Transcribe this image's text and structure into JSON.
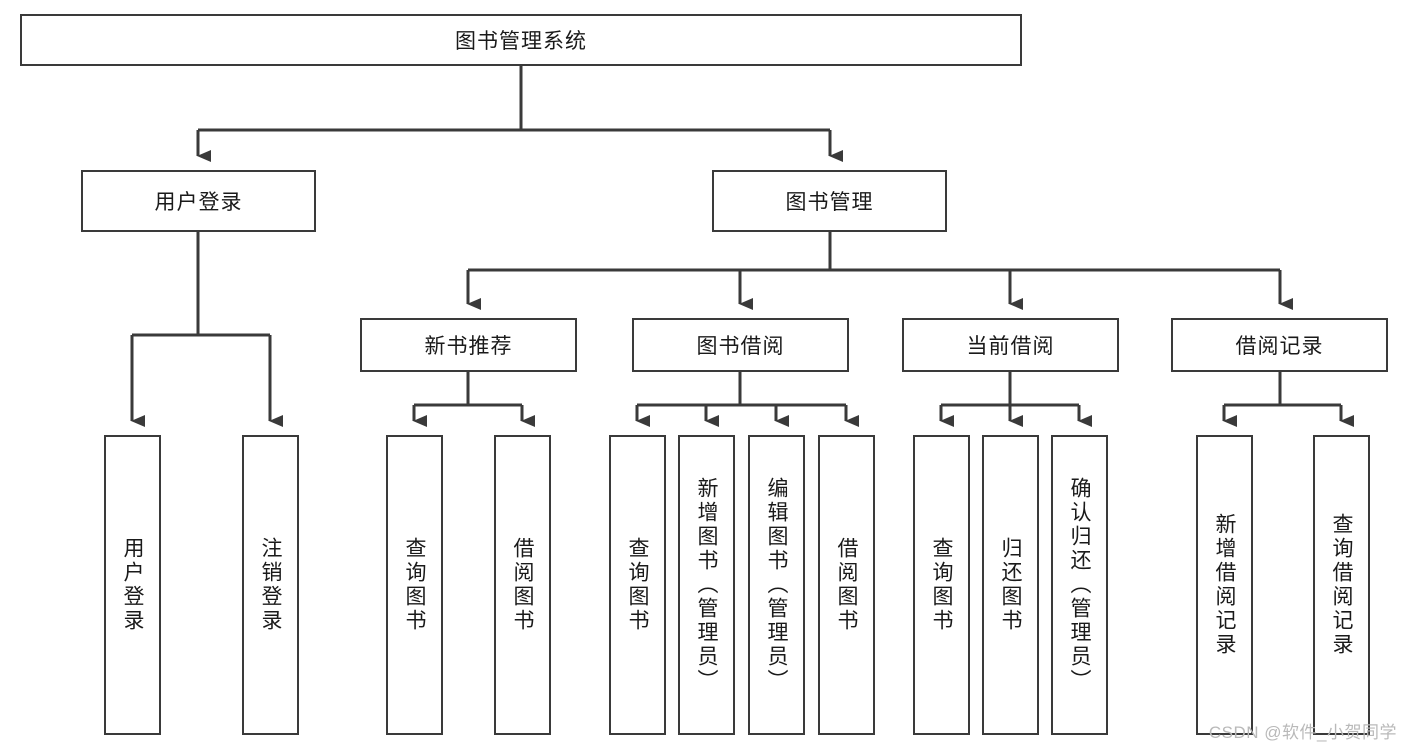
{
  "diagram": {
    "title": "图书管理系统",
    "type": "tree-hierarchy",
    "stroke_color": "#3a3a3a",
    "text_color": "#1a1a1a",
    "background_color": "#ffffff",
    "levels": [
      {
        "level": 1,
        "nodes": [
          {
            "id": "root",
            "label": "图书管理系统"
          }
        ]
      },
      {
        "level": 2,
        "nodes": [
          {
            "id": "login",
            "label": "用户登录",
            "parent": "root"
          },
          {
            "id": "bookmgmt",
            "label": "图书管理",
            "parent": "root"
          }
        ]
      },
      {
        "level": 3,
        "nodes": [
          {
            "id": "newbook",
            "label": "新书推荐",
            "parent": "bookmgmt"
          },
          {
            "id": "borrow",
            "label": "图书借阅",
            "parent": "bookmgmt"
          },
          {
            "id": "current",
            "label": "当前借阅",
            "parent": "bookmgmt"
          },
          {
            "id": "record",
            "label": "借阅记录",
            "parent": "bookmgmt"
          }
        ]
      },
      {
        "level": 4,
        "nodes": [
          {
            "id": "leaf1",
            "label": "用户登录",
            "parent": "login"
          },
          {
            "id": "leaf2",
            "label": "注销登录",
            "parent": "login"
          },
          {
            "id": "leaf3",
            "label": "查询图书",
            "parent": "newbook"
          },
          {
            "id": "leaf4",
            "label": "借阅图书",
            "parent": "newbook"
          },
          {
            "id": "leaf5",
            "label": "查询图书",
            "parent": "borrow"
          },
          {
            "id": "leaf6",
            "label": "新增图书（管理员）",
            "parent": "borrow"
          },
          {
            "id": "leaf7",
            "label": "编辑图书（管理员）",
            "parent": "borrow"
          },
          {
            "id": "leaf8",
            "label": "借阅图书",
            "parent": "borrow"
          },
          {
            "id": "leaf9",
            "label": "查询图书",
            "parent": "current"
          },
          {
            "id": "leaf10",
            "label": "归还图书",
            "parent": "current"
          },
          {
            "id": "leaf11",
            "label": "确认归还（管理员）",
            "parent": "current"
          },
          {
            "id": "leaf12",
            "label": "新增借阅记录",
            "parent": "record"
          },
          {
            "id": "leaf13",
            "label": "查询借阅记录",
            "parent": "record"
          }
        ]
      }
    ]
  },
  "watermark": {
    "text": "CSDN @软件_小贺同学"
  }
}
